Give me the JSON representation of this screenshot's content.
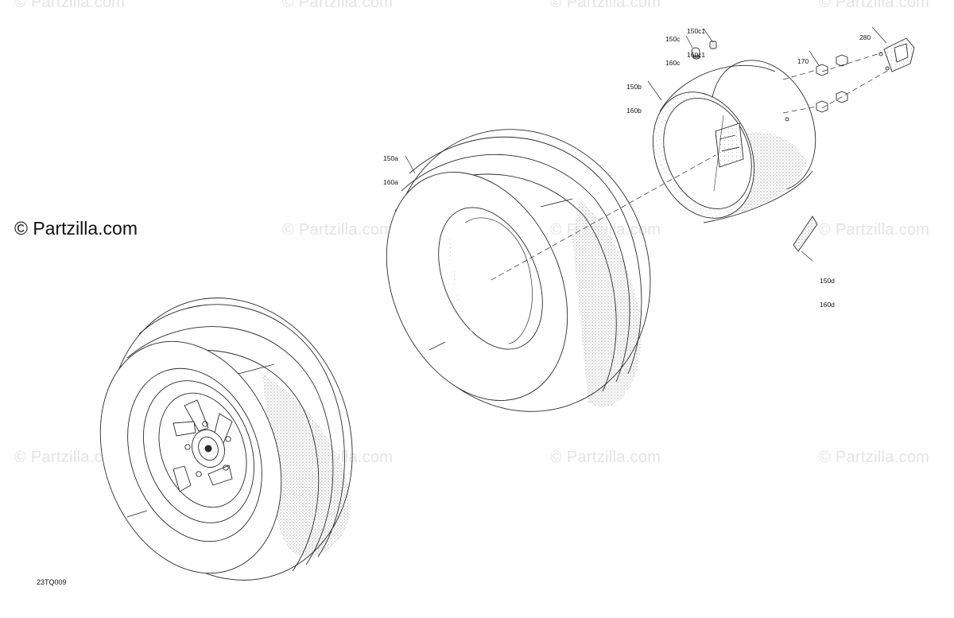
{
  "watermark": {
    "text": "© Partzilla.com",
    "main_text": "© Partzilla.com"
  },
  "figure_id": "23TQ009",
  "callouts": {
    "tire_a": {
      "line1": "150a",
      "line2": "160a"
    },
    "rim_b": {
      "line1": "150b",
      "line2": "160b"
    },
    "valve_c": {
      "line1": "150c",
      "line2": "160c"
    },
    "valve_cap_c1": {
      "line1": "150c1",
      "line2": "160c1"
    },
    "nut": {
      "line1": "170"
    },
    "hub_cap": {
      "line1": "280"
    },
    "weight_d": {
      "line1": "150d",
      "line2": "160d"
    }
  },
  "colors": {
    "line": "#2a2a2a",
    "watermark": "#e4e4e4",
    "shade": "#8a8a8a"
  }
}
